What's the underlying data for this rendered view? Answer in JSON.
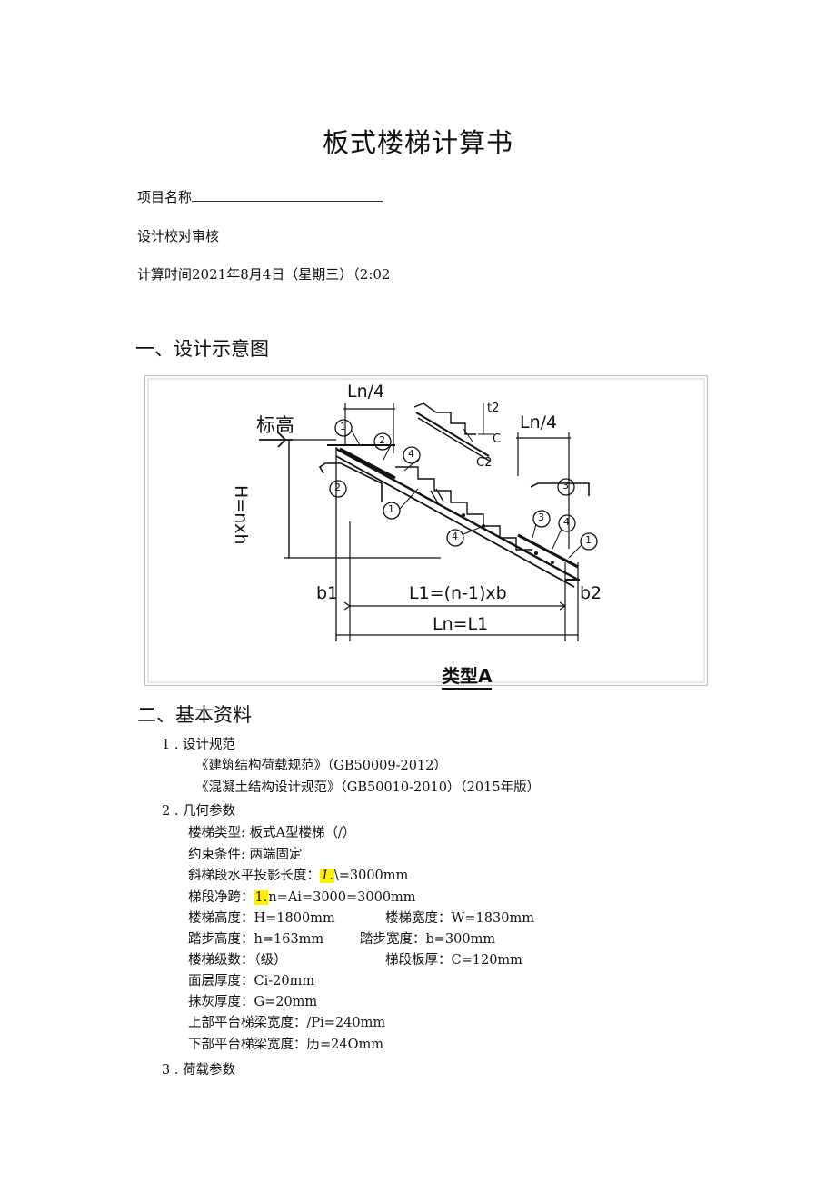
{
  "doc": {
    "title": "板式楼梯计算书",
    "project_label": "项目名称",
    "design_label": "设计校对审核",
    "calc_time_label": "计算时间",
    "calc_time_value": "2021年8月4日（星期三）（2:02"
  },
  "section1": {
    "heading": "一、设计示意图",
    "figure": {
      "label_biaogao": "标高",
      "label_ln4_top": "Ln/4",
      "label_ln4_right": "Ln/4",
      "label_h": "H=nxh",
      "label_b1": "b1",
      "label_b2": "b2",
      "label_l1": "L1=(n-1)xb",
      "label_ln": "Ln=L1",
      "label_type": "类型A",
      "n1": "1",
      "n2": "2",
      "n3": "3",
      "n4": "4",
      "label_t2": "t2",
      "label_c": "C",
      "label_c2": "C2"
    }
  },
  "section2": {
    "heading": "二、基本资料",
    "item1": {
      "label": "1 . 设计规范",
      "line1": "《建筑结构荷载规范》（GB50009-2012）",
      "line2": "《混凝土结构设计规范》（GB50010-2010）（2015年版）"
    },
    "item2": {
      "label": "2 . 几何参数",
      "stair_type": "楼梯类型: 板式A型楼梯（/）",
      "constraint": "约束条件: 两端固定",
      "horiz_proj_prefix": "斜梯段水平投影长度：",
      "horiz_proj_hl": "1.",
      "horiz_proj_suffix": "\\=3000mm",
      "net_span_prefix": "梯段净跨：",
      "net_span_hl": "1.",
      "net_span_suffix": "n=Ai=3000=3000mm",
      "stair_height": "楼梯高度：H=1800mm",
      "stair_width": "楼梯宽度：W=1830mm",
      "step_height": "踏步高度：h=163mm",
      "step_width": "踏步宽度：b=300mm",
      "step_count": "楼梯级数：（级）",
      "slab_thickness": "梯段板厚：C=120mm",
      "surface_thickness": "面层厚度：Ci-20mm",
      "plaster_thickness": "抹灰厚度：G=20mm",
      "upper_beam": "上部平台梯梁宽度：/Pi=240mm",
      "lower_beam": "下部平台梯梁宽度：历=24Omm"
    },
    "item3": {
      "label": "3 . 荷载参数"
    }
  }
}
